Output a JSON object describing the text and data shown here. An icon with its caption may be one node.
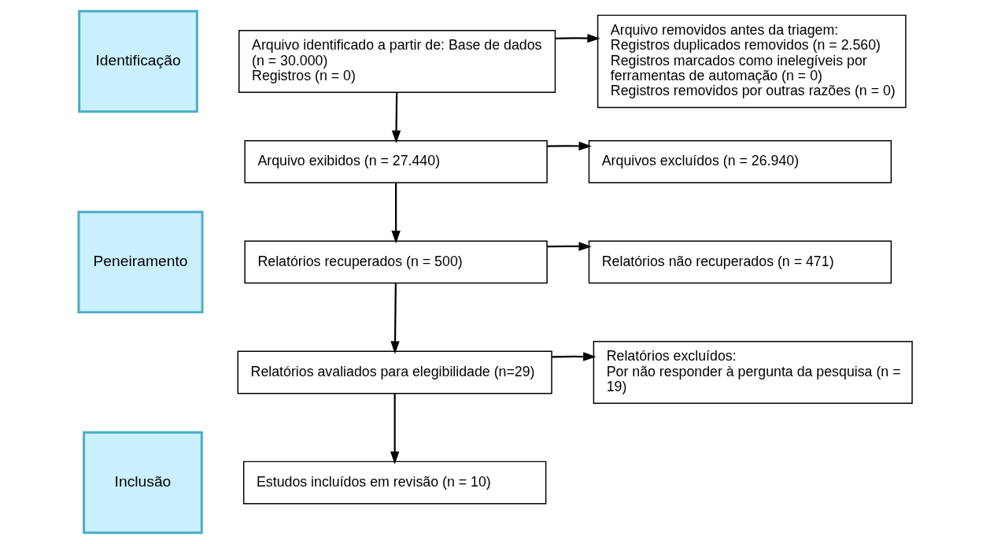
{
  "diagram": {
    "nodes": [
      {
        "text": [
          "Identificação"
        ]
      },
      {
        "text": [
          "Arquivo identificado a partir de: Base de dados (n = 30.000)",
          "Registros (n = 0)"
        ]
      },
      {
        "text": [
          "Arquivo removidos antes da triagem:",
          "Registros duplicados removidos (n = 2.560)",
          "Registros marcados como inelegíveis por ferramentas de automação (n = 0)",
          "Registros removidos por outras razões (n = 0)"
        ]
      },
      {
        "text": [
          "Arquivo exibidos (n = 27.440)"
        ]
      },
      {
        "text": [
          "Arquivos excluídos (n = 26.940)"
        ]
      },
      {
        "text": [
          "Peneiramento"
        ]
      },
      {
        "text": [
          "Relatórios recuperados (n = 500)"
        ]
      },
      {
        "text": [
          "Relatórios não recuperados (n = 471)"
        ]
      },
      {
        "text": [
          "Relatórios avaliados para elegibilidade (n=29)"
        ]
      },
      {
        "text": [
          "Relatórios excluídos:",
          "Por não responder à pergunta da pesquisa (n = 19)"
        ]
      },
      {
        "text": [
          "Inclusão"
        ]
      },
      {
        "text": [
          "Estudos incluídos em revisão (n = 10)"
        ]
      }
    ],
    "edges": [
      {
        "from": 1,
        "to": 2,
        "arrow": "to"
      },
      {
        "from": 1,
        "to": 3,
        "arrow": "to"
      },
      {
        "from": 3,
        "to": 4,
        "arrow": "to"
      },
      {
        "from": 3,
        "to": 6,
        "arrow": "to"
      },
      {
        "from": 6,
        "to": 7,
        "arrow": "to"
      },
      {
        "from": 6,
        "to": 8,
        "arrow": "to"
      },
      {
        "from": 8,
        "to": 9,
        "arrow": "to"
      },
      {
        "from": 8,
        "to": 11,
        "arrow": "to"
      }
    ]
  }
}
